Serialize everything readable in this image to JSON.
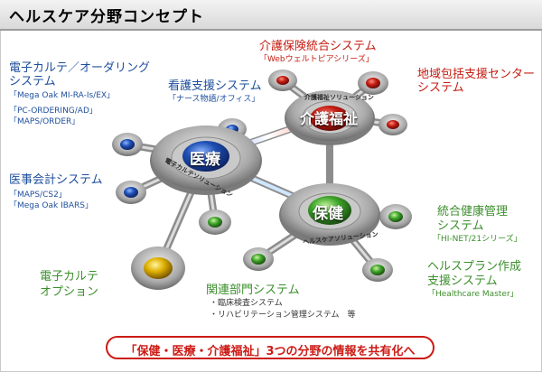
{
  "title": "ヘルスケア分野コンセプト",
  "hubs": {
    "iryo": "医療",
    "kaigo": "介護福祉",
    "hoken": "保健"
  },
  "rings": {
    "iryo": "電子カルテソリューション",
    "kaigo": "介護福祉ソリューション",
    "hoken": "ヘルスケアソリューション"
  },
  "systems": {
    "emr": {
      "name_line1": "電子カルテ／オーダリング",
      "name_line2": "システム",
      "products": [
        "「Mega Oak MI-RA-Is/EX」",
        "「PC-ORDERING/AD」",
        "「MAPS/ORDER」"
      ]
    },
    "nursing": {
      "name": "看護支援システム",
      "products": [
        "「ナース物語/オフィス」"
      ]
    },
    "care_insurance": {
      "name": "介護保険統合システム",
      "products": [
        "「Webウェルトピアシリーズ」"
      ]
    },
    "regional": {
      "name_line1": "地域包括支援センター",
      "name_line2": "システム"
    },
    "accounting": {
      "name": "医事会計システム",
      "products": [
        "「MAPS/CS2」",
        "「Mega Oak IBARS」"
      ]
    },
    "health_mgmt": {
      "name_line1": "統合健康管理",
      "name_line2": "システム",
      "products": [
        "「HI-NET/21シリーズ」"
      ]
    },
    "health_plan": {
      "name_line1": "ヘルスプラン作成",
      "name_line2": "支援システム",
      "products": [
        "「Healthcare Master」"
      ]
    },
    "emr_option": {
      "name_line1": "電子カルテ",
      "name_line2": "オプション"
    },
    "related": {
      "name": "関連部門システム",
      "items": [
        "・臨床検査システム",
        "・リハビリテーション管理システム　等"
      ]
    }
  },
  "banner": "「保健・医療・介護福祉」3つの分野の情報を共有化へ",
  "colors": {
    "blue": "#1e4f9c",
    "red": "#c41d12",
    "green": "#3c8f2d",
    "gold": "#e0b000"
  }
}
